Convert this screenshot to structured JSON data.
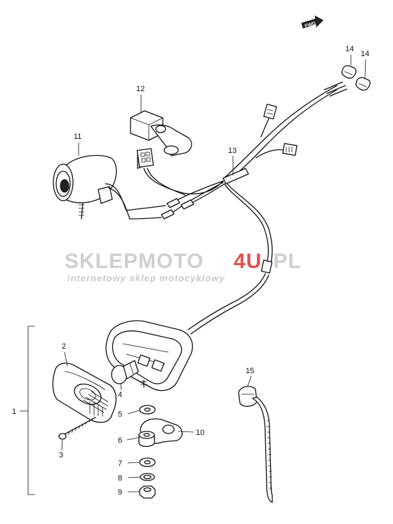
{
  "watermark": {
    "brand_part1": "SKLEPMOTO",
    "brand_part2": "4U",
    "brand_part3": ".PL",
    "tagline": "internetowy sklep motocyklowy",
    "colors": {
      "gray": "#cfcfcf",
      "red": "#e05050"
    }
  },
  "fwd_label": "FWD",
  "callouts": [
    {
      "id": "1",
      "label": "1"
    },
    {
      "id": "2",
      "label": "2"
    },
    {
      "id": "3",
      "label": "3"
    },
    {
      "id": "4",
      "label": "4"
    },
    {
      "id": "5",
      "label": "5"
    },
    {
      "id": "6",
      "label": "6"
    },
    {
      "id": "7",
      "label": "7"
    },
    {
      "id": "8",
      "label": "8"
    },
    {
      "id": "9",
      "label": "9"
    },
    {
      "id": "10",
      "label": "10"
    },
    {
      "id": "11",
      "label": "11"
    },
    {
      "id": "12",
      "label": "12"
    },
    {
      "id": "13",
      "label": "13"
    },
    {
      "id": "14a",
      "label": "14"
    },
    {
      "id": "14b",
      "label": "14"
    },
    {
      "id": "15",
      "label": "15"
    }
  ]
}
